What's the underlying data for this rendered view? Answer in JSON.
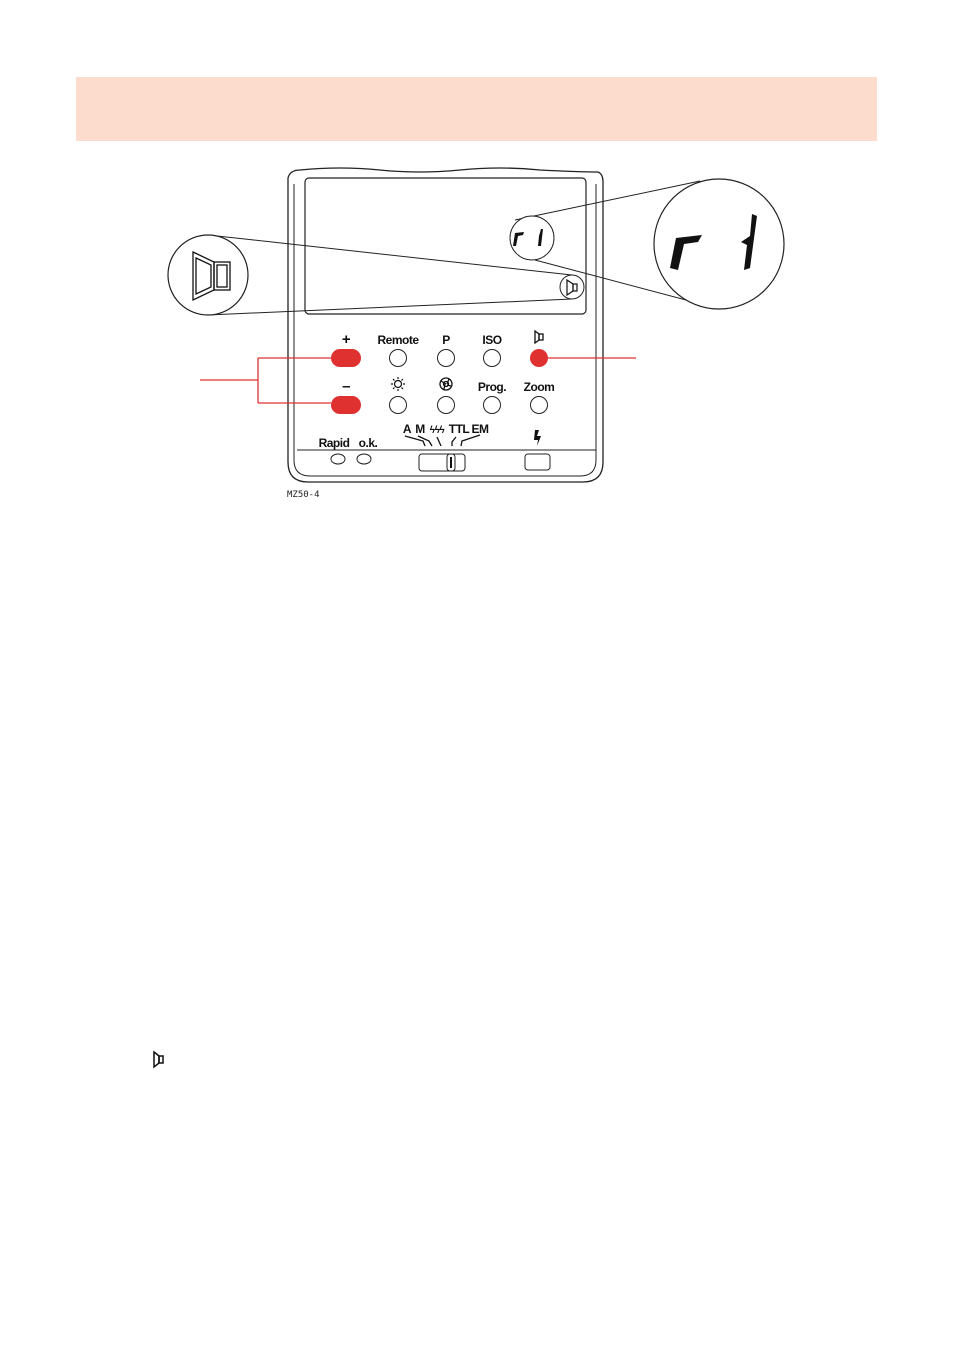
{
  "header_band": {
    "color": "#fcdccd"
  },
  "panel": {
    "row1_labels": [
      "+",
      "Remote",
      "P",
      "ISO"
    ],
    "row2_labels": [
      "–",
      "Prog.",
      "Zoom"
    ],
    "mode_labels": [
      "A",
      "M",
      "ϟϟϟ",
      "TTL",
      "EM"
    ],
    "bottom_labels": [
      "Rapid",
      "o.k."
    ],
    "display_readout": "r 1",
    "caption": "MZ50-4"
  },
  "colors": {
    "highlight": "#e03131",
    "line": "#222222"
  },
  "footnote_icon": "speaker-icon"
}
